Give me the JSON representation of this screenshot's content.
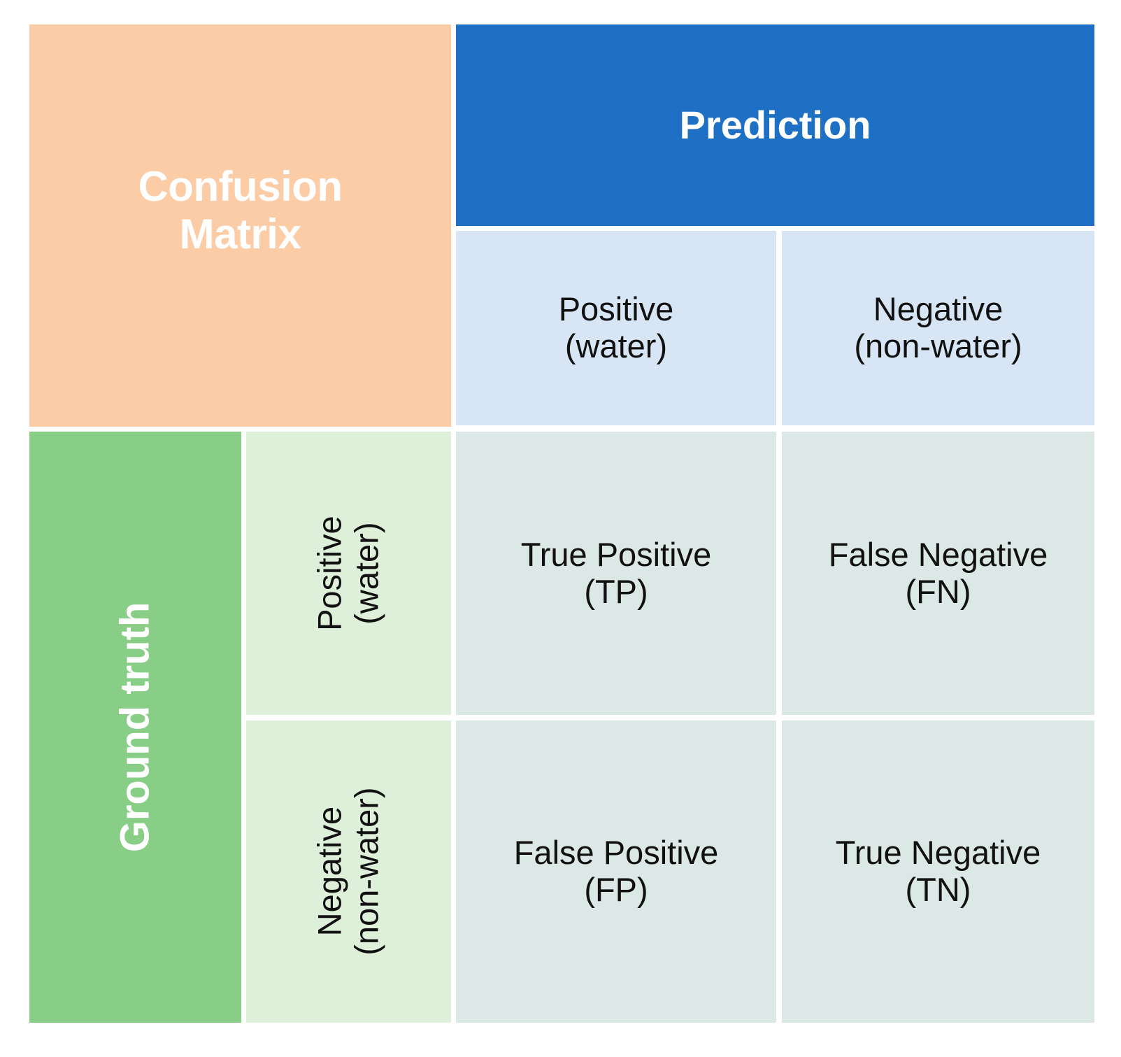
{
  "figure": {
    "kind": "confusion-matrix-diagram",
    "title_line1": "Confusion",
    "title_line2": "Matrix",
    "corner_title": "Confusion Matrix"
  },
  "prediction_axis": {
    "banner_label": "Prediction",
    "columns": [
      {
        "line1": "Positive",
        "line2": "(water)",
        "full": "Positive (water)"
      },
      {
        "line1": "Negative",
        "line2": "(non-water)",
        "full": "Negative (non-water)"
      }
    ]
  },
  "ground_truth_axis": {
    "banner_label": "Ground truth",
    "rows": [
      {
        "line1": "Positive",
        "line2": "(water)",
        "full": "Positive (water)"
      },
      {
        "line1": "Negative",
        "line2": "(non-water)",
        "full": "Negative (non-water)"
      }
    ]
  },
  "cells": {
    "tp": {
      "line1": "True Positive",
      "line2": "(TP)",
      "full": "True Positive (TP)"
    },
    "fn": {
      "line1": "False Negative",
      "line2": "(FN)",
      "full": "False Negative (FN)"
    },
    "fp": {
      "line1": "False Positive",
      "line2": "(FP)",
      "full": "False Positive (FP)"
    },
    "tn": {
      "line1": "True Negative",
      "line2": "(TN)",
      "full": "True Negative (TN)"
    }
  },
  "colors": {
    "background": "#ffffff",
    "title_block": "#fccca6",
    "prediction_banner": "#1e70c4",
    "prediction_header_cell": "#d7e5f4",
    "ground_truth_banner": "#88ce86",
    "ground_truth_row_label": "#deefda",
    "matrix_cell": "#dce8e6",
    "light_text": "#ffffff",
    "dark_text": "#111111"
  }
}
